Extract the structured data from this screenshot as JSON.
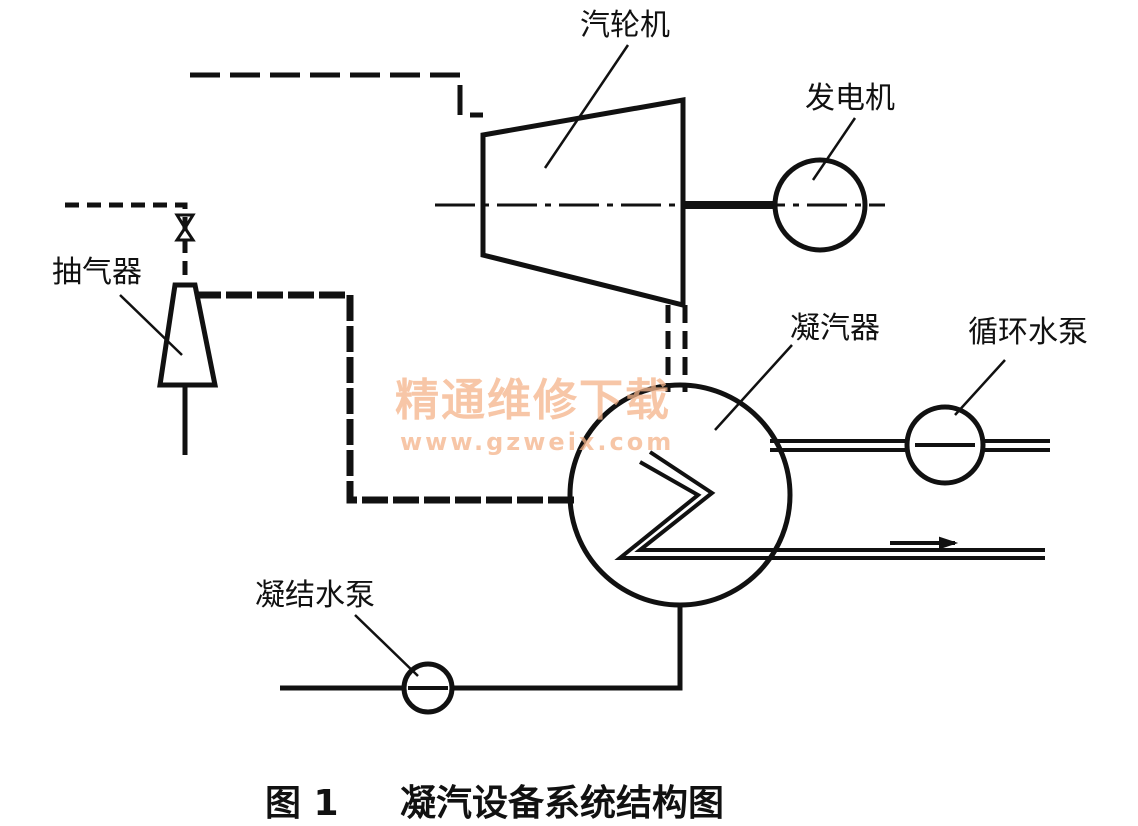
{
  "labels": {
    "turbine": "汽轮机",
    "generator": "发电机",
    "ejector": "抽气器",
    "condenser": "凝汽器",
    "circ_pump": "循环水泵",
    "condensate_pump": "凝结水泵"
  },
  "caption": {
    "figure_no": "图 1",
    "title": "凝汽设备系统结构图"
  },
  "watermark": {
    "text": "精通维修下载",
    "url": "www.gzweix.com"
  },
  "colors": {
    "line": "#111111",
    "watermark": "#f5b48a"
  }
}
